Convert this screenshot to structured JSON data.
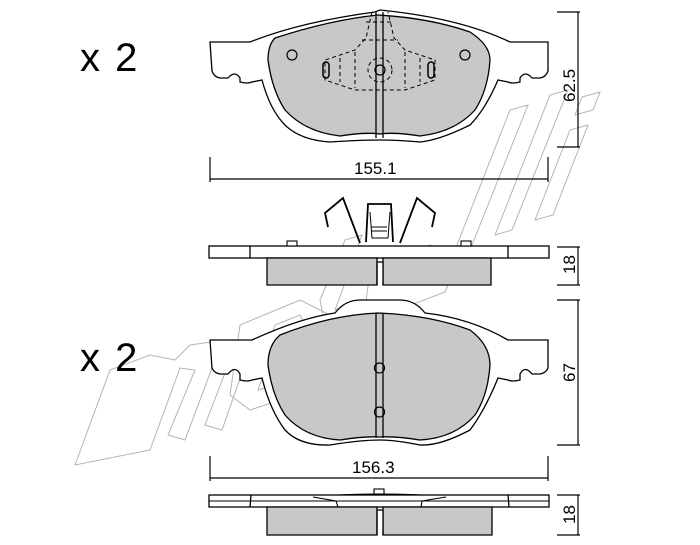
{
  "diagram": {
    "subject": "brake pad set",
    "watermark": "metelli",
    "colors": {
      "friction_material": "#c8c8c8",
      "backing_plate": "#ffffff",
      "outline": "#000000",
      "watermark": "#b4b4b4"
    },
    "outer_pad": {
      "quantity_label": "x 2",
      "width_dim": "155.1",
      "height_dim": "62.5",
      "thickness_dim": "18",
      "features": [
        "two mounting holes",
        "wear indicator slot",
        "anti-rattle spring clip"
      ]
    },
    "inner_pad": {
      "quantity_label": "x 2",
      "width_dim": "156.3",
      "height_dim": "67",
      "thickness_dim": "18",
      "features": [
        "center slot",
        "two pin markers",
        "top tab"
      ]
    }
  }
}
